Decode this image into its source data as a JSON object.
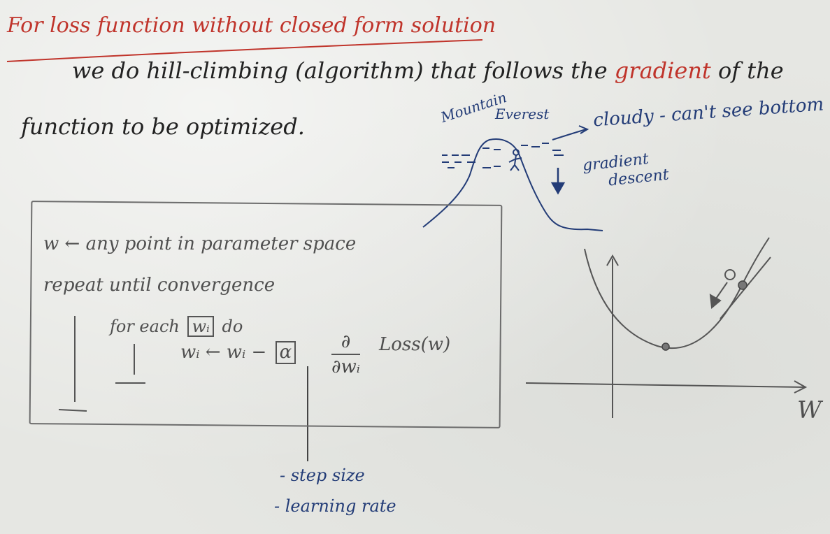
{
  "title": "For loss function without closed form solution",
  "intro": {
    "line1_start": "we do hill-climbing (algorithm) that follows the",
    "line1_highlight": "gradient",
    "line1_end": "of the",
    "line2": "function to be optimized."
  },
  "analogy": {
    "mountain": "Mountain",
    "everest": "Everest",
    "cloudy": "cloudy - can't see bottom",
    "gradient_word": "gradient",
    "descent_word": "descent"
  },
  "algorithm": {
    "init": "w ← any point in parameter space",
    "repeat": "repeat until convergence",
    "loop_for": "for each",
    "loop_var": "wᵢ",
    "loop_do": "do",
    "update_lhs": "wᵢ ← wᵢ −",
    "alpha": "α",
    "partial_num": "∂",
    "partial_den": "∂wᵢ",
    "loss": "Loss(w)"
  },
  "alpha_notes": {
    "step": "- step size",
    "rate": "- learning rate"
  },
  "plot": {
    "axis_label": "W"
  },
  "colors": {
    "red_marker": "#c0342b",
    "blue_pen": "#233c77",
    "pencil": "#4f4f4f",
    "board": "#e6e7e3"
  }
}
